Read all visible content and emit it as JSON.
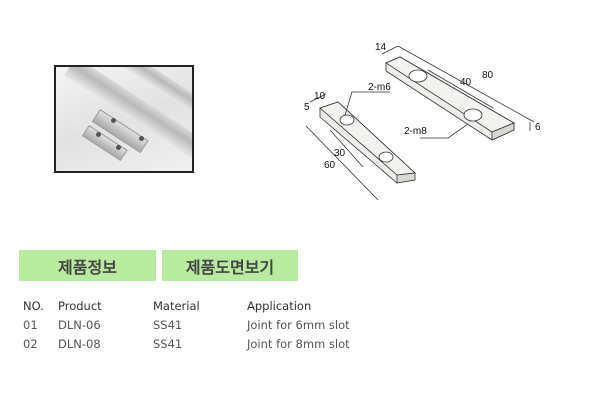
{
  "tabs": [
    {
      "label": "제품정보"
    },
    {
      "label": "제품도면보기"
    }
  ],
  "drawing": {
    "labels": {
      "w14": "14",
      "l80": "80",
      "l40": "40",
      "h6": "6",
      "m8": "2-m8",
      "w10": "10",
      "h5": "5",
      "m6": "2-m6",
      "l30": "30",
      "l60": "60"
    }
  },
  "table": {
    "headers": [
      "NO.",
      "Product",
      "Material",
      "Application"
    ],
    "rows": [
      [
        "01",
        "DLN-06",
        "SS41",
        "Joint for 6mm slot"
      ],
      [
        "02",
        "DLN-08",
        "SS41",
        "Joint for 8mm slot"
      ]
    ]
  }
}
